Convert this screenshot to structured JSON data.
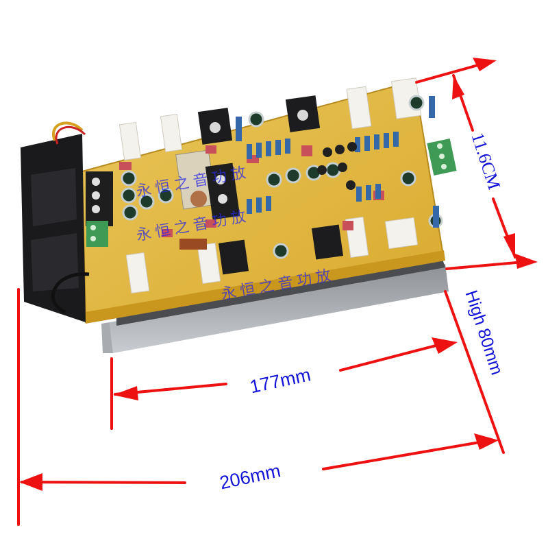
{
  "image": {
    "subject": "Audio power amplifier PCB board mounted on aluminum heatsink with cooling fan",
    "background_color": "#ffffff",
    "pcb_color": "#e0b43a",
    "heatsink_color": "#b8bcc0",
    "arrow_color": "#ee1111",
    "label_color": "#1414d8"
  },
  "dimensions": {
    "depth_label": "11.6CM",
    "height_label": "High 80mm",
    "board_length_label": "177mm",
    "total_length_label": "206mm"
  },
  "watermarks": [
    "永恒之音功放",
    "永恒之音功放",
    "永恒之音功放"
  ],
  "components": {
    "fan": "black cooling fan",
    "terminals": [
      "black screw terminal block",
      "green 2-pin terminal",
      "green 3-pin terminal"
    ],
    "regulators": 4,
    "electrolytic_capacitors": 14,
    "power_resistors": 8
  }
}
